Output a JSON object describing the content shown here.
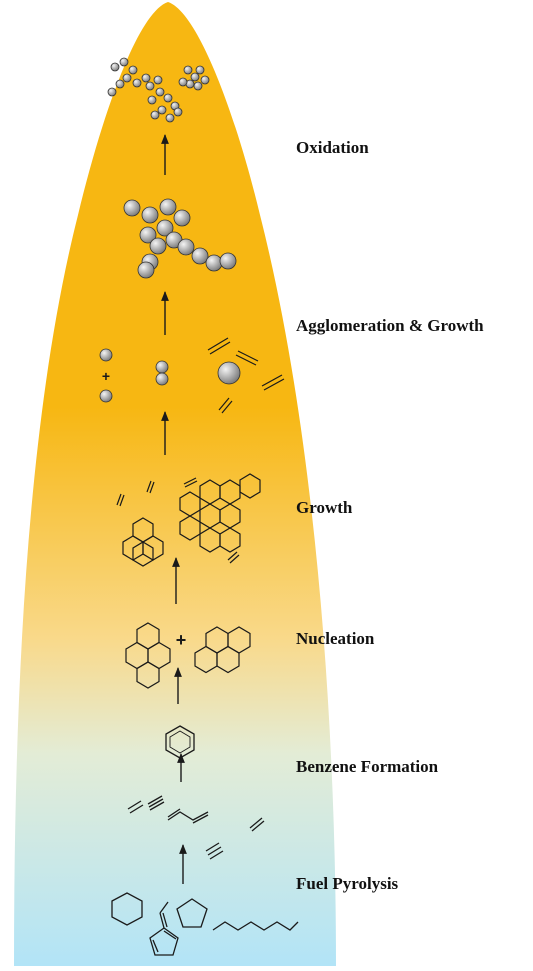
{
  "diagram": {
    "stages": [
      {
        "id": "oxidation",
        "label": "Oxidation"
      },
      {
        "id": "agglomeration",
        "label": "Agglomeration & Growth"
      },
      {
        "id": "growth",
        "label": "Growth"
      },
      {
        "id": "nucleation",
        "label": "Nucleation"
      },
      {
        "id": "benzene",
        "label": "Benzene Formation"
      },
      {
        "id": "pyrolysis",
        "label": "Fuel Pyrolysis"
      }
    ],
    "plus_sign": "+",
    "colors": {
      "flame_top": "#f7b712",
      "flame_mid": "#f9d98a",
      "flame_low": "#e3ecd6",
      "flame_bottom": "#b2e4f7",
      "ink": "#1a1a1a",
      "sphere_light": "#f4f4f4",
      "sphere_dark": "#7a7a7a"
    }
  }
}
